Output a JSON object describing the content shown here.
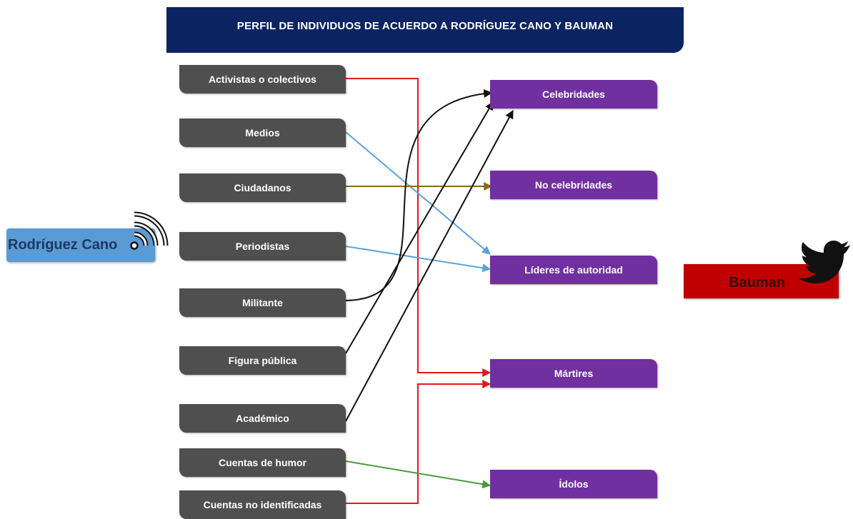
{
  "title": "PERFIL DE INDIVIDUOS DE ACUERDO A RODRÍGUEZ CANO Y BAUMAN",
  "left_author": "Rodríguez Cano",
  "right_author": "Bauman",
  "left_items": [
    "Activistas o colectivos",
    "Medios",
    "Ciudadanos",
    "Periodistas",
    "Militante",
    "Figura pública",
    "Académico",
    "Cuentas de humor",
    "Cuentas no identificadas"
  ],
  "right_items": [
    "Celebridades",
    "No celebridades",
    "Líderes de autoridad",
    "Mártires",
    "Ídolos"
  ],
  "links": [
    {
      "from": "Activistas o colectivos",
      "to": "Mártires",
      "color": "#e0191b"
    },
    {
      "from": "Medios",
      "to": "Líderes de autoridad",
      "color": "#5ba3d9"
    },
    {
      "from": "Ciudadanos",
      "to": "No celebridades",
      "color": "#8b6914"
    },
    {
      "from": "Periodistas",
      "to": "Líderes de autoridad",
      "color": "#5ba3d9"
    },
    {
      "from": "Militante",
      "to": "Celebridades",
      "color": "#111111"
    },
    {
      "from": "Figura pública",
      "to": "Celebridades",
      "color": "#111111"
    },
    {
      "from": "Académico",
      "to": "Celebridades",
      "color": "#111111"
    },
    {
      "from": "Cuentas de humor",
      "to": "Ídolos",
      "color": "#4a9a3a"
    },
    {
      "from": "Cuentas no identificadas",
      "to": "Mártires",
      "color": "#e0191b"
    }
  ],
  "icons": [
    "signal-waves-icon",
    "twitter-bird-icon"
  ],
  "colors": {
    "title_bg": "#0c2461",
    "left_box": "#4f4f4f",
    "right_box": "#7030a0",
    "rodriguez_box": "#5b9bd5",
    "bauman_box": "#c00000"
  }
}
